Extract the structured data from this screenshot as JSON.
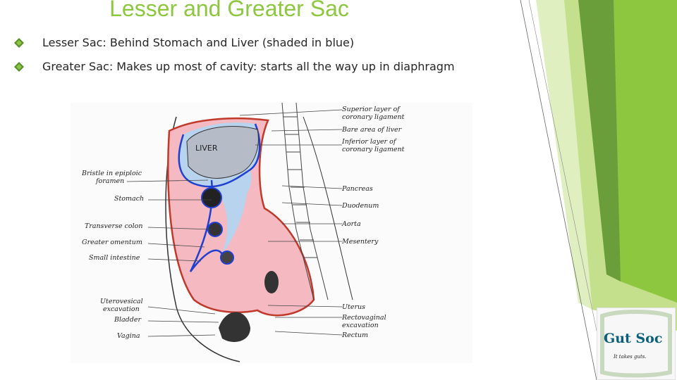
{
  "slide": {
    "title": "Lesser and Greater Sac",
    "bullets": [
      {
        "term": "Lesser Sac:",
        "text": " Behind Stomach and Liver (shaded in blue)"
      },
      {
        "term": "Greater Sac:",
        "text": " Makes up most of cavity: starts all the way up in diaphragm"
      }
    ]
  },
  "figure": {
    "organ_label": "LIVER",
    "labels_left": [
      "Bristle in epiploic",
      "foramen",
      "Stomach",
      "Transverse colon",
      "Greater omentum",
      "Small intestine",
      "Uterovesical",
      "excavation",
      "Bladder",
      "Vagina"
    ],
    "labels_right": [
      "Superior layer of",
      "coronary ligament",
      "Bare area of liver",
      "Inferior layer of",
      "coronary ligament",
      "Pancreas",
      "Duodenum",
      "Aorta",
      "Mesentery",
      "Uterus",
      "Rectovaginal",
      "excavation",
      "Rectum"
    ]
  },
  "logo": {
    "name": "Gut Soc",
    "tagline": "It takes guts."
  },
  "colors": {
    "accent": "#8dc63f",
    "accent_dark": "#5a8f2e",
    "lesser_sac_blue": "#b8d3ee",
    "greater_sac_pink": "#f4b9c1"
  }
}
